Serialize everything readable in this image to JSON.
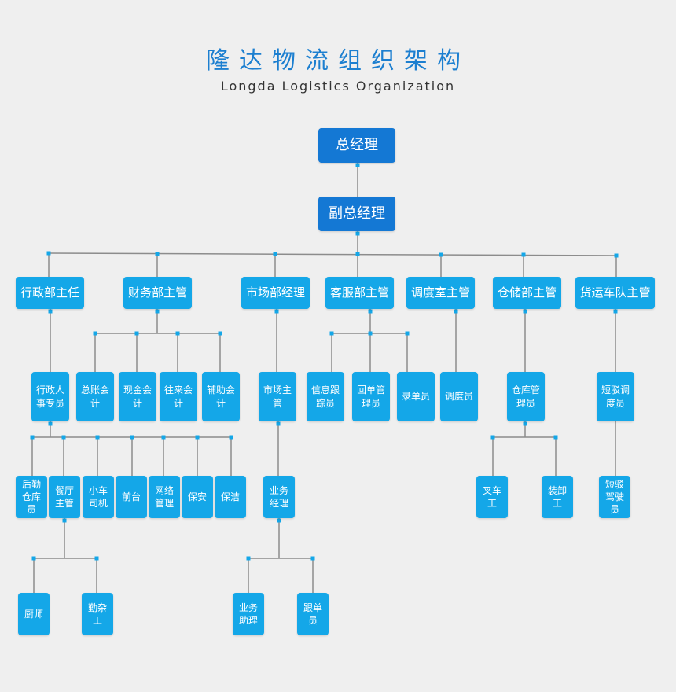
{
  "title": "隆达物流组织架构",
  "subtitle": "Longda Logistics Organization",
  "colors": {
    "top": "#1478d4",
    "node": "#14a7e8",
    "line": "#8c8c8c",
    "dot": "#14a7e8"
  },
  "nodes": {
    "gm": "总经理",
    "dgm": "副总经理",
    "admin_head": "行政部主任",
    "finance_head": "财务部主管",
    "market_mgr": "市场部经理",
    "cs_head": "客服部主管",
    "dispatch_head": "调度室主管",
    "storage_head": "仓储部主管",
    "fleet_head": "货运车队主管",
    "admin_staff": "行政人事专员",
    "ledger": "总账会计",
    "cash": "现金会计",
    "ar": "往来会计",
    "aux": "辅助会计",
    "market_sup": "市场主管",
    "info": "信息跟踪员",
    "receipt": "回单管理员",
    "entry": "录单员",
    "dispatcher": "调度员",
    "warehouse": "仓库管理员",
    "shuttle_disp": "短驳调度员",
    "logistics_wh": "后勤仓库员",
    "canteen": "餐厅主管",
    "driver": "小车司机",
    "reception": "前台",
    "network": "网络管理",
    "security": "保安",
    "cleaning": "保洁",
    "biz_mgr": "业务经理",
    "forklift": "叉车工",
    "loader": "装卸工",
    "shuttle_driver": "短驳驾驶员",
    "chef": "厨师",
    "handyman": "勤杂工",
    "biz_asst": "业务助理",
    "follower": "跟单员"
  }
}
